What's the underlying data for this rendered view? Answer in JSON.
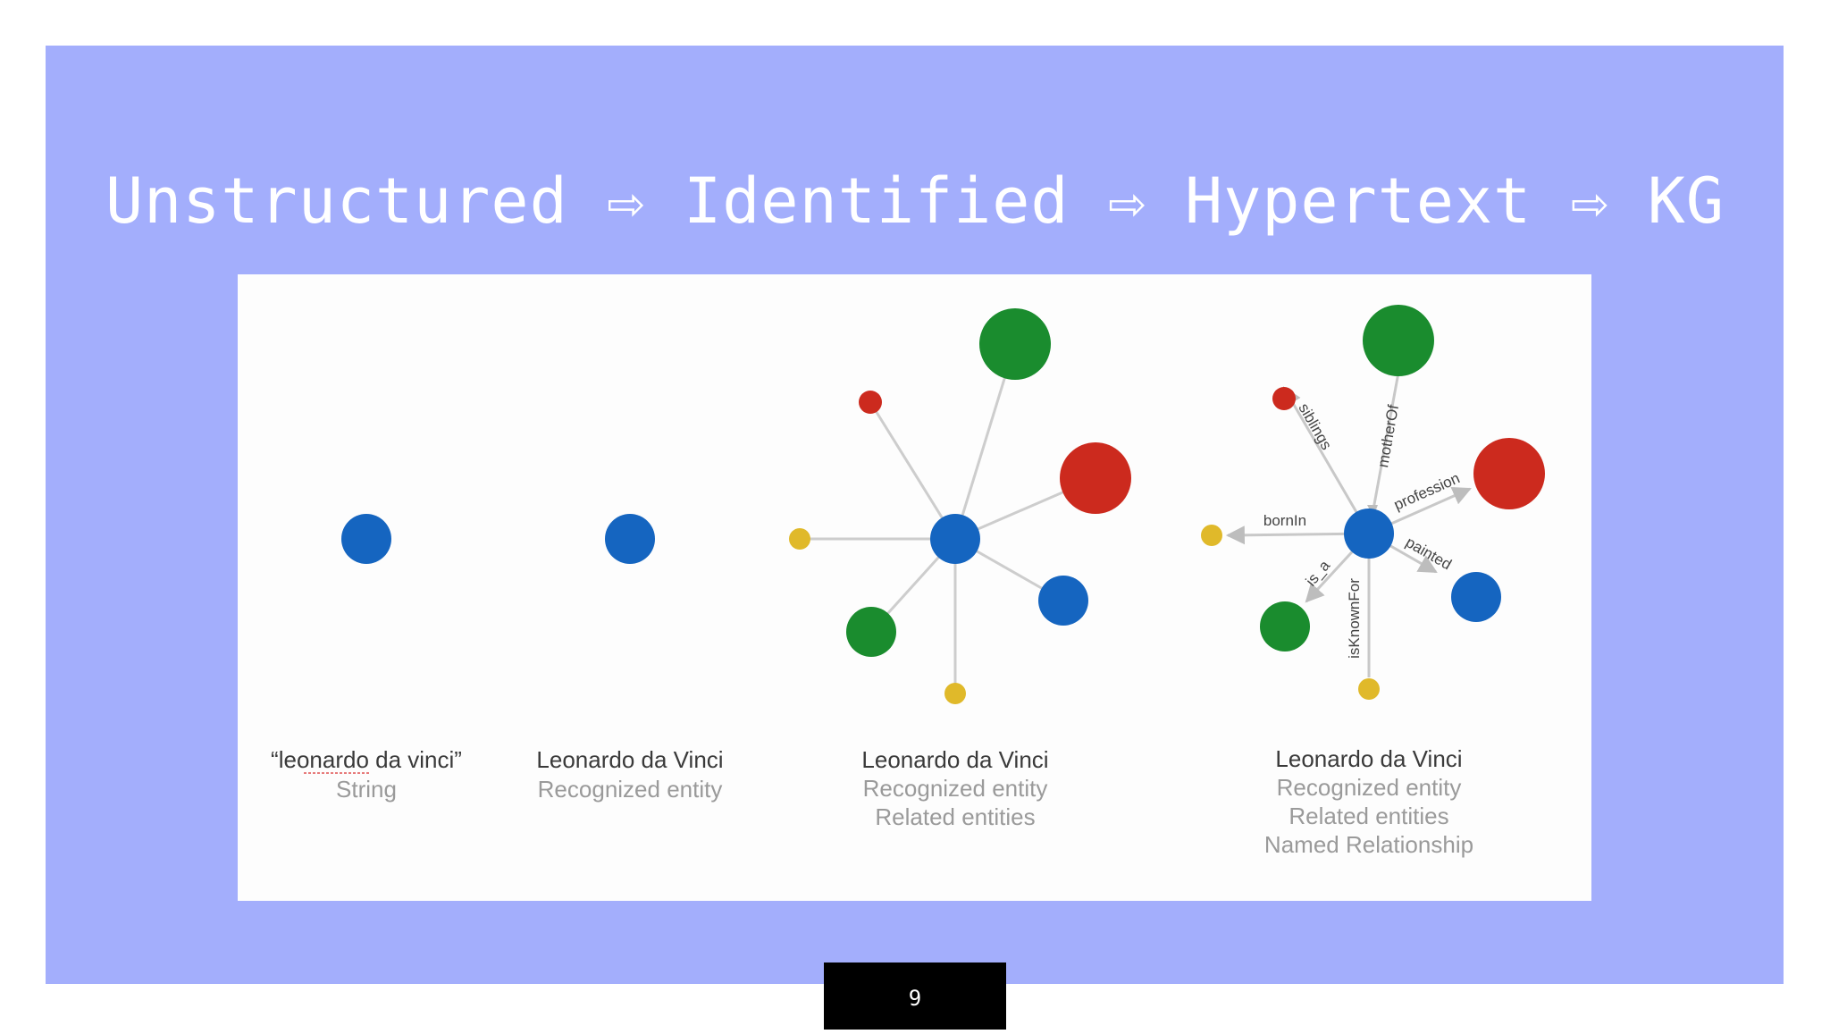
{
  "slide": {
    "title": "Unstructured ⇨ Identified ⇨ Hypertext ⇨ KG",
    "page_number": "9",
    "background_color": "#a3aefc"
  },
  "diagram": {
    "stages": [
      {
        "main": "“leonardo da vinci”",
        "subs": [
          "String"
        ]
      },
      {
        "main": "Leonardo da Vinci",
        "subs": [
          "Recognized entity"
        ]
      },
      {
        "main": "Leonardo da Vinci",
        "subs": [
          "Recognized entity",
          "Related entities"
        ]
      },
      {
        "main": "Leonardo da Vinci",
        "subs": [
          "Recognized entity",
          "Related entities",
          "Named Relationship"
        ]
      }
    ],
    "relationships": [
      "siblings",
      "motherOf",
      "profession",
      "bornIn",
      "painted",
      "is_a",
      "isKnownFor"
    ],
    "colors": {
      "blue": "#1565c0",
      "green": "#1a8c2e",
      "red": "#cc2a1e",
      "yellow": "#e0b92a",
      "edge": "#c8c8c8"
    }
  }
}
